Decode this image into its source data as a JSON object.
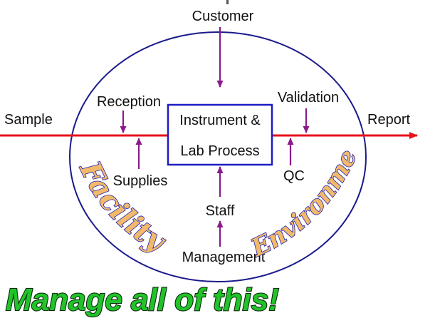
{
  "diagram": {
    "labels": {
      "customer": "Customer",
      "reception": "Reception",
      "validation": "Validation",
      "sample": "Sample",
      "report": "Report",
      "supplies": "Supplies",
      "qc": "QC",
      "staff": "Staff",
      "management": "Management"
    },
    "process_box": {
      "line1": "Instrument &",
      "line2": "Lab Process"
    },
    "arc_words": {
      "facility": "Facility",
      "environment": "Environment"
    },
    "slogan": "Manage all of this!"
  },
  "colors": {
    "ellipse": "#1a1a8c",
    "main_arrow": "#e8121b",
    "small_arrows": "#8b1a8b",
    "box_border": "#1c1cc4",
    "art_fill": "#f2b96b",
    "art_stroke": "#1d21b0",
    "slogan_fill": "#22c32a"
  }
}
